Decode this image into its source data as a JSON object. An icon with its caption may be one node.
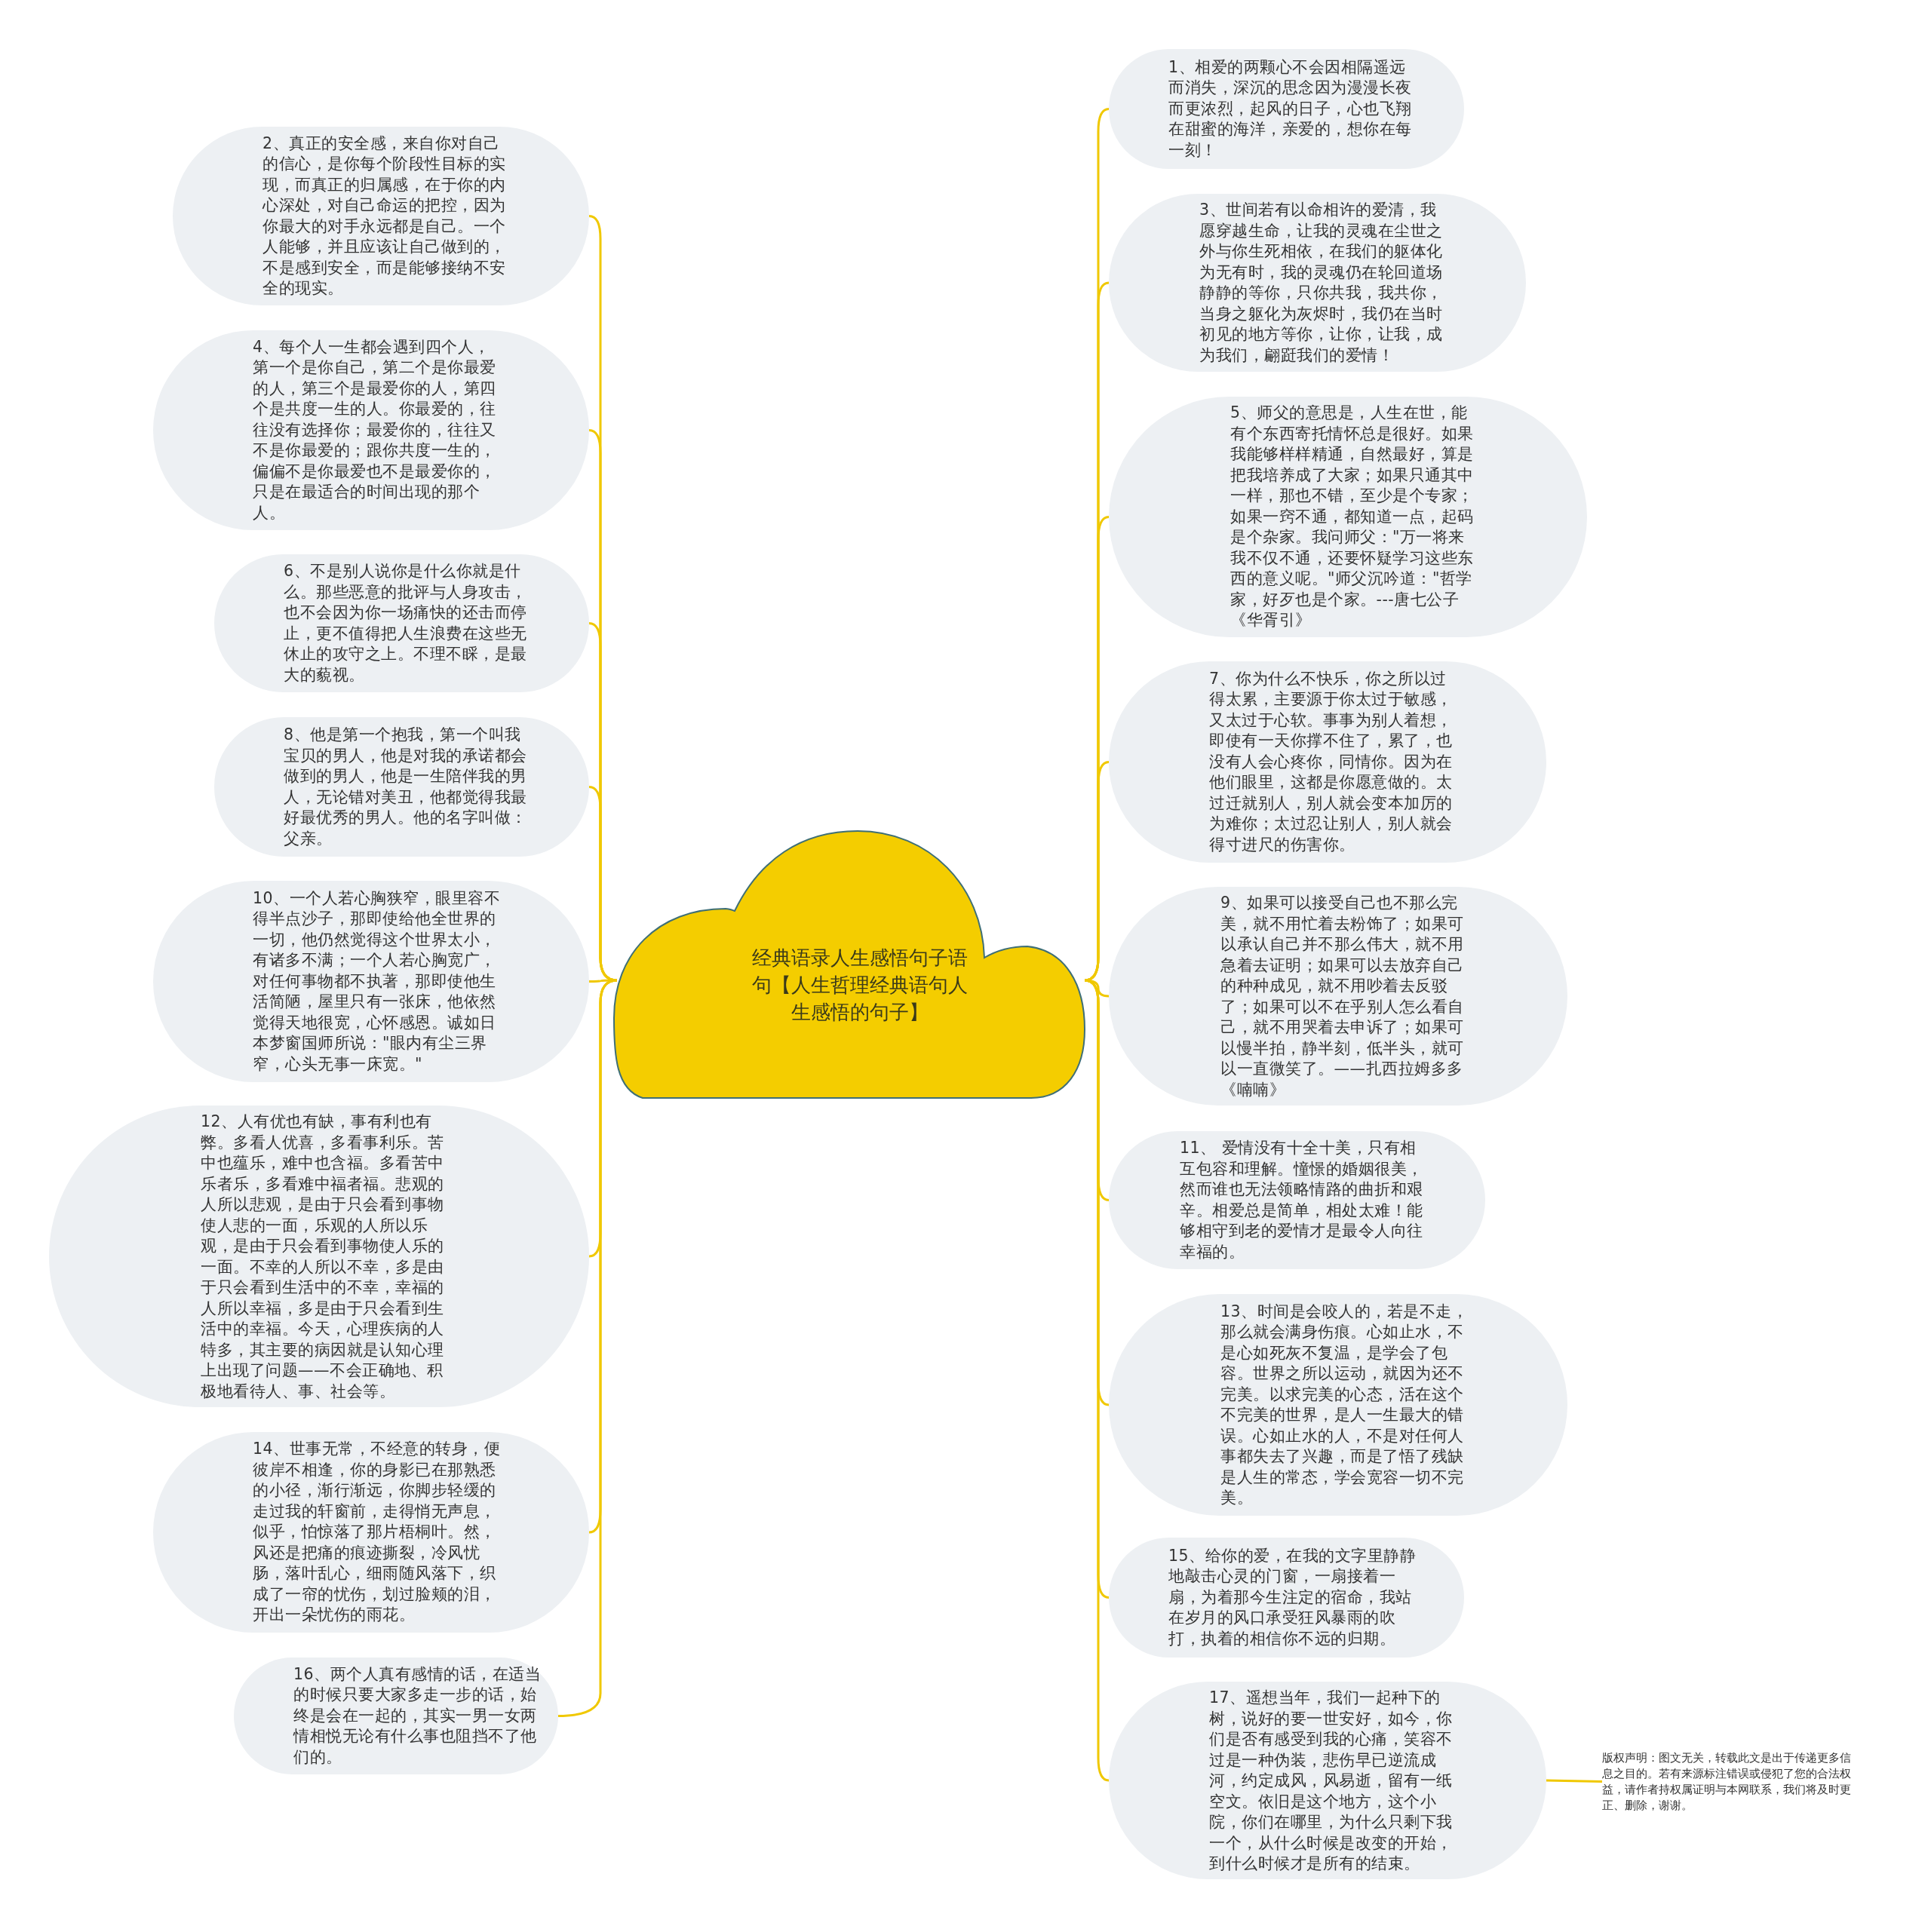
{
  "diagram": {
    "nodes": [
      {
        "text": [
          "经典语录人生感悟句子语句【人生哲理经典语句人生感悟的句子】"
        ]
      },
      {
        "text": [
          "1、相爱的两颗心不会因相隔遥远而消失，深沉的思念因为漫漫长夜而更浓烈，起风的日子，心也飞翔在甜蜜的海洋，亲爱的，想你在每一刻！"
        ]
      },
      {
        "text": [
          "2、真正的安全感，来自你对自己的信心，是你每个阶段性目标的实现，而真正的归属感，在于你的内心深处，对自己命运的把控，因为你最大的对手永远都是自己。一个人能够，并且应该让自己做到的，不是感到安全，而是能够接纳不安全的现实。"
        ]
      },
      {
        "text": [
          "3、世间若有以命相许的爱清，我愿穿越生命，让我的灵魂在尘世之外与你生死相依，在我们的躯体化为无有时，我的灵魂仍在轮回道场静静的等你，只你共我，我共你，当身之躯化为灰烬时，我仍在当时初见的地方等你，让你，让我，成为我们，翩跹我们的爱情！"
        ]
      },
      {
        "text": [
          "4、每个人一生都会遇到四个人，第一个是你自己，第二个是你最爱的人，第三个是最爱你的人，第四个是共度一生的人。你最爱的，往往没有选择你；最爱你的，往往又不是你最爱的；跟你共度一生的，偏偏不是你最爱也不是最爱你的，只是在最适合的时间出现的那个人。"
        ]
      },
      {
        "text": [
          "5、师父的意思是，人生在世，能有个东西寄托情怀总是很好。如果我能够样样精通，自然最好，算是把我培养成了大家；如果只通其中一样，那也不错，至少是个专家；如果一窍不通，都知道一点，起码是个杂家。我问师父：\"万一将来我不仅不通，还要怀疑学习这些东西的意义呢。\"师父沉吟道：\"哲学家，好歹也是个家。---唐七公子《华胥引》"
        ]
      },
      {
        "text": [
          "6、不是别人说你是什么你就是什么。那些恶意的批评与人身攻击，也不会因为你一场痛快的还击而停止，更不值得把人生浪费在这些无休止的攻守之上。不理不睬，是最大的藐视。"
        ]
      },
      {
        "text": [
          "7、你为什么不快乐，你之所以过得太累，主要源于你太过于敏感，又太过于心软。事事为别人着想，即使有一天你撑不住了，累了，也没有人会心疼你，同情你。因为在他们眼里，这都是你愿意做的。太过迁就别人，别人就会变本加厉的为难你；太过忍让别人，别人就会得寸进尺的伤害你。"
        ]
      },
      {
        "text": [
          "8、他是第一个抱我，第一个叫我宝贝的男人，他是对我的承诺都会做到的男人，他是一生陪伴我的男人，无论错对美丑，他都觉得我最好最优秀的男人。他的名字叫做：父亲。"
        ]
      },
      {
        "text": [
          "9、如果可以接受自己也不那么完美，就不用忙着去粉饰了；如果可以承认自己并不那么伟大，就不用急着去证明；如果可以去放弃自己的种种成见，就不用吵着去反驳了；如果可以不在乎别人怎么看自己，就不用哭着去申诉了；如果可以慢半拍，静半刻，低半头，就可以一直微笑了。——扎西拉姆多多《喃喃》"
        ]
      },
      {
        "text": [
          "10、一个人若心胸狭窄，眼里容不得半点沙子，那即使给他全世界的一切，他仍然觉得这个世界太小，有诸多不满；一个人若心胸宽广，对任何事物都不执著，那即使他生活简陋，屋里只有一张床，他依然觉得天地很宽，心怀感恩。诚如日本梦窗国师所说：\"眼内有尘三界窄，心头无事一床宽。\""
        ]
      },
      {
        "text": [
          "11、 爱情没有十全十美，只有相互包容和理解。憧憬的婚姻很美，然而谁也无法领略情路的曲折和艰辛。相爱总是简单，相处太难！能够相守到老的爱情才是最令人向往幸福的。"
        ]
      },
      {
        "text": [
          "12、人有优也有缺，事有利也有弊。多看人优喜，多看事利乐。苦中也蕴乐，难中也含福。多看苦中乐者乐，多看难中福者福。悲观的人所以悲观，是由于只会看到事物使人悲的一面，乐观的人所以乐观，是由于只会看到事物使人乐的一面。不幸的人所以不幸，多是由于只会看到生活中的不幸，幸福的人所以幸福，多是由于只会看到生活中的幸福。今天，心理疾病的人特多，其主要的病因就是认知心理上出现了问题——不会正确地、积极地看待人、事、社会等。"
        ]
      },
      {
        "text": [
          "13、时间是会咬人的，若是不走，那么就会满身伤痕。心如止水，不是心如死灰不复温，是学会了包容。世界之所以运动，就因为还不完美。以求完美的心态，活在这个不完美的世界，是人一生最大的错误。心如止水的人，不是对任何人事都失去了兴趣，而是了悟了残缺是人生的常态，学会宽容一切不完美。"
        ]
      },
      {
        "text": [
          "14、世事无常，不经意的转身，便彼岸不相逢，你的身影已在那熟悉的小径，渐行渐远，你脚步轻缓的走过我的轩窗前，走得悄无声息，似乎，怕惊落了那片梧桐叶。然，风还是把痛的痕迹撕裂，冷风忧肠，落叶乱心，细雨随风落下，织成了一帘的忧伤，划过脸颊的泪，开出一朵忧伤的雨花。"
        ]
      },
      {
        "text": [
          "15、给你的爱，在我的文字里静静地敲击心灵的门窗，一扇接着一扇，为着那今生注定的宿命，我站在岁月的风口承受狂风暴雨的吹打，执着的相信你不远的归期。"
        ]
      },
      {
        "text": [
          "16、两个人真有感情的话，在适当的时候只要大家多走一步的话，始终是会在一起的，其实一男一女两情相悦无论有什么事也阻挡不了他们的。"
        ]
      },
      {
        "text": [
          "17、遥想当年，我们一起种下的树，说好的要一世安好，如今，你们是否有感受到我的心痛，笑容不过是一种伪装，悲伤早已逆流成河，约定成风，风易逝，留有一纸空文。依旧是这个地方，这个小院，你们在哪里，为什么只剩下我一个，从什么时候是改变的开始，到什么时候才是所有的结束。"
        ]
      },
      {
        "text": [
          "版权声明：图文无关，转载此文是出于传递更多信息之目的。若有来源标注错误或侵犯了您的合法权益，请作者持权属证明与本网联系，我们将及时更正、删除，谢谢。"
        ]
      }
    ],
    "edges": [
      {
        "from": 0,
        "to": 1,
        "arrow": "none"
      },
      {
        "from": 0,
        "to": 2,
        "arrow": "none"
      },
      {
        "from": 0,
        "to": 3,
        "arrow": "none"
      },
      {
        "from": 0,
        "to": 4,
        "arrow": "none"
      },
      {
        "from": 0,
        "to": 5,
        "arrow": "none"
      },
      {
        "from": 0,
        "to": 6,
        "arrow": "none"
      },
      {
        "from": 0,
        "to": 7,
        "arrow": "none"
      },
      {
        "from": 0,
        "to": 8,
        "arrow": "none"
      },
      {
        "from": 0,
        "to": 9,
        "arrow": "none"
      },
      {
        "from": 0,
        "to": 10,
        "arrow": "none"
      },
      {
        "from": 0,
        "to": 11,
        "arrow": "none"
      },
      {
        "from": 0,
        "to": 12,
        "arrow": "none"
      },
      {
        "from": 0,
        "to": 13,
        "arrow": "none"
      },
      {
        "from": 0,
        "to": 14,
        "arrow": "none"
      },
      {
        "from": 0,
        "to": 15,
        "arrow": "none"
      },
      {
        "from": 0,
        "to": 16,
        "arrow": "none"
      },
      {
        "from": 0,
        "to": 17,
        "arrow": "none"
      },
      {
        "from": 17,
        "to": 18,
        "arrow": "none"
      }
    ]
  }
}
